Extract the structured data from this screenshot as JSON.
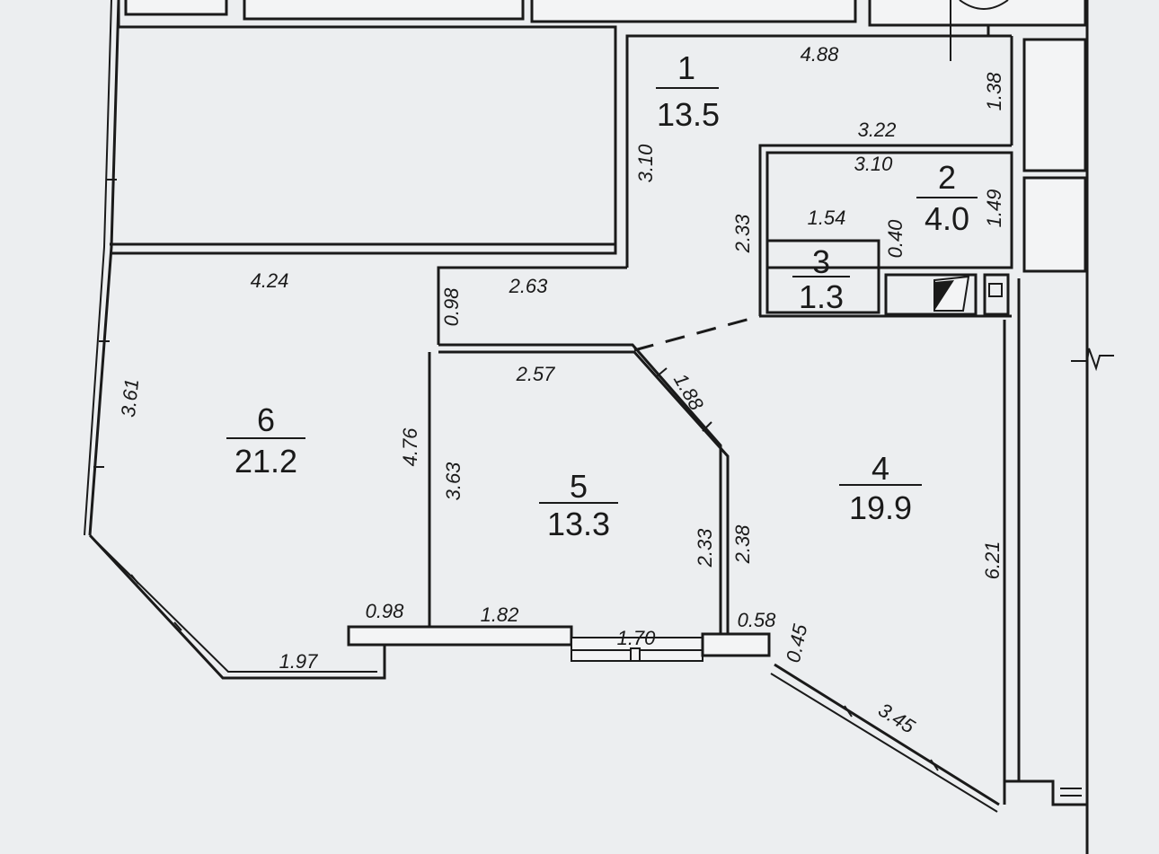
{
  "rooms": [
    {
      "id": "1",
      "number": "1",
      "area": "13.5"
    },
    {
      "id": "2",
      "number": "2",
      "area": "4.0"
    },
    {
      "id": "3",
      "number": "3",
      "area": "1.3"
    },
    {
      "id": "4",
      "number": "4",
      "area": "19.9"
    },
    {
      "id": "5",
      "number": "5",
      "area": "13.3"
    },
    {
      "id": "6",
      "number": "6",
      "area": "21.2"
    }
  ],
  "dimensions": {
    "d488": "4.88",
    "d138": "1.38",
    "d322": "3.22",
    "d310a": "3.10",
    "d310b": "3.10",
    "d233a": "2.33",
    "d149": "1.49",
    "d154": "1.54",
    "d040": "0.40",
    "d424": "4.24",
    "d098a": "0.98",
    "d263": "2.63",
    "d257": "2.57",
    "d188": "1.88",
    "d361": "3.61",
    "d476": "4.76",
    "d363": "3.63",
    "d233b": "2.33",
    "d238": "2.38",
    "d621": "6.21",
    "d098b": "0.98",
    "d182": "1.82",
    "d170": "1.70",
    "d058": "0.58",
    "d045": "0.45",
    "d197": "1.97",
    "d345": "3.45"
  }
}
